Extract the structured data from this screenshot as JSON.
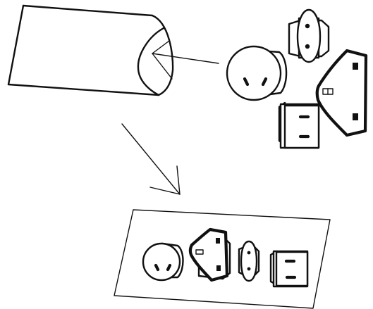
{
  "diagram": {
    "type": "instruction-illustration",
    "components": [
      {
        "name": "storage-pouch-icon"
      },
      {
        "name": "plug-adapter-eu-icon"
      },
      {
        "name": "plug-adapter-au-icon"
      },
      {
        "name": "plug-adapter-uk-icon"
      },
      {
        "name": "plug-adapter-us-icon"
      },
      {
        "name": "adapter-tray-icon"
      }
    ],
    "arrows": [
      {
        "name": "arrow-adapters-into-pouch"
      },
      {
        "name": "arrow-pouch-to-tray"
      }
    ],
    "colors": {
      "line": "#111111",
      "background": "#ffffff"
    }
  }
}
